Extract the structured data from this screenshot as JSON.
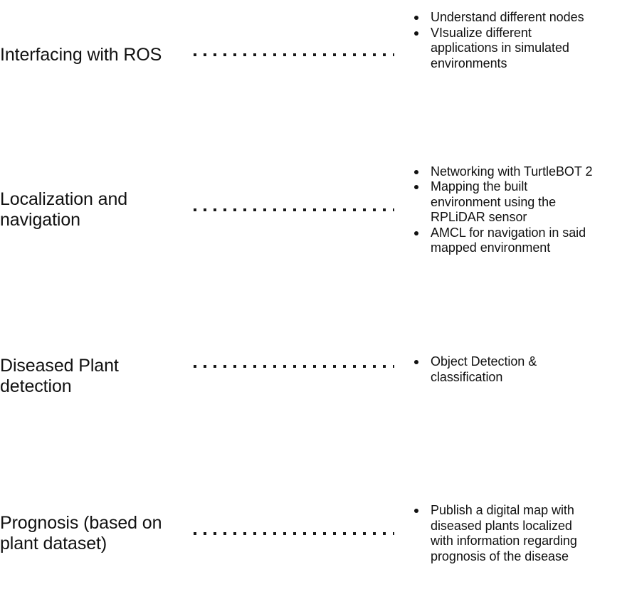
{
  "slide": {
    "background_color": "#ffffff",
    "text_color": "#111111",
    "connector_style": "dotted-leader"
  },
  "rows": [
    {
      "title": "Interfacing with ROS",
      "bullets": [
        "Understand different nodes",
        "VIsualize different applications in simulated environments"
      ]
    },
    {
      "title": "Localization and navigation",
      "bullets": [
        "Networking with TurtleBOT 2",
        "Mapping the built environment using the RPLiDAR sensor",
        "AMCL for navigation in said mapped environment"
      ]
    },
    {
      "title": "Diseased Plant detection",
      "bullets": [
        "Object Detection & classification"
      ]
    },
    {
      "title": "Prognosis (based on plant dataset)",
      "bullets": [
        "Publish a digital map with diseased plants localized with information regarding prognosis of the disease"
      ]
    }
  ]
}
